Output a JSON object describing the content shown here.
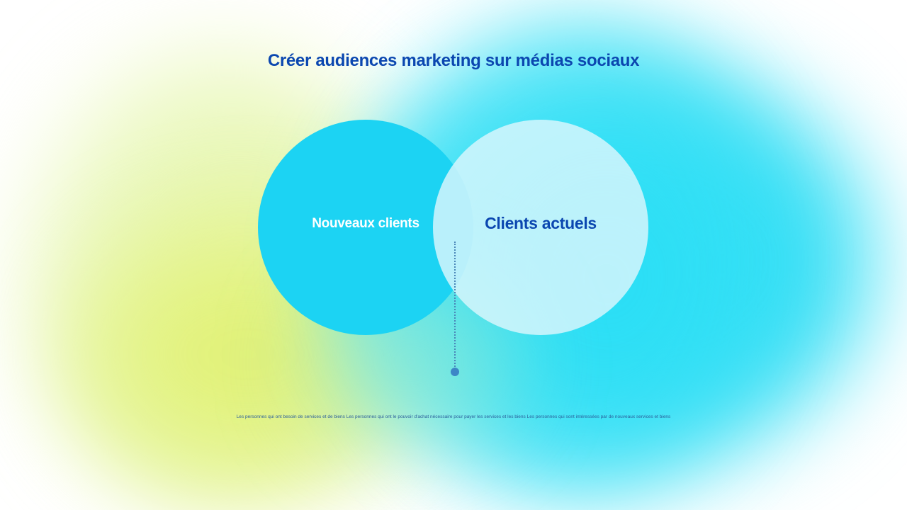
{
  "slide": {
    "title": "Créer audiences marketing sur médias sociaux",
    "diagram": {
      "type": "venn",
      "circles": [
        {
          "label": "Nouveaux clients",
          "fill": "#1cd3f3",
          "text_color": "#ffffff"
        },
        {
          "label": "Clients actuels",
          "fill": "#dcf6fc",
          "text_color": "#0b47b0"
        }
      ],
      "connector": {
        "style": "dotted",
        "color": "#4a86b8",
        "endpoint_color": "#3d86c6"
      }
    },
    "caption": "Les personnes qui ont besoin de services et de biens Les personnes qui ont le pouvoir d'achat nécessaire pour payer les services et les biens Les personnes qui sont intéressées par de nouveaux services et biens"
  },
  "colors": {
    "title": "#0b47b0",
    "background_yellow": "#dff06a",
    "background_cyan": "#2fe0f5"
  }
}
